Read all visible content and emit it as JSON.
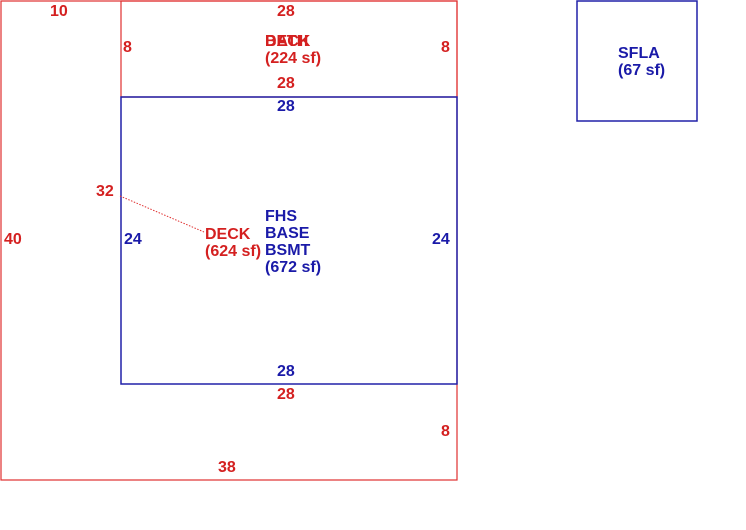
{
  "colors": {
    "deck_outline": "#e03030",
    "living_outline": "#2020a8",
    "deck_text": "#d42020",
    "living_text": "#1a1aa8"
  },
  "deck_large": {
    "name": "DECK",
    "area": "(624 sf)",
    "dims": {
      "top_left": "10",
      "left": "40",
      "diagonal": "32",
      "bottom": "38",
      "right_lower": "8",
      "inner_bottom": "28"
    }
  },
  "deck_top": {
    "name_overlap_a": "BATH",
    "name_overlap_b": "DECK",
    "area": "(224 sf)",
    "dims": {
      "top": "28",
      "left": "8",
      "right": "8",
      "bottom": "28"
    }
  },
  "base": {
    "lines": [
      "FHS",
      "BASE",
      "BSMT"
    ],
    "area": "(672 sf)",
    "dims": {
      "top": "28",
      "left": "24",
      "right": "24",
      "bottom": "28"
    }
  },
  "sfla": {
    "name": "SFLA",
    "area": "(67 sf)"
  }
}
